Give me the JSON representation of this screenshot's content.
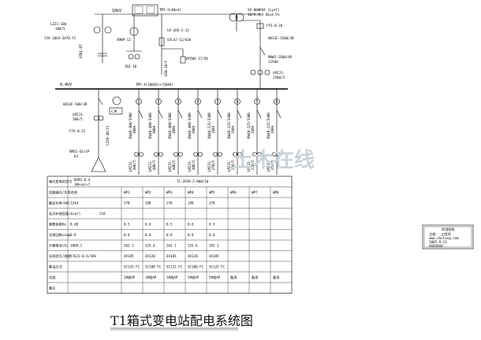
{
  "hv": {
    "line_label": "10kV",
    "arrester": "LZZ1-10Q",
    "arrester_ratio": "100/5",
    "cable": "YJV-10kV-3X70 FC",
    "switch_box_label": "TMY-3(40x4)",
    "vt_label": "XRNP-12",
    "meter_label": "LK-LRS-2-12",
    "fuse_label": "SFLAJ-12/63A",
    "bottom_label": "JDZ-10",
    "cap_label": "GZKL-DT",
    "surge_label": "HY5WS-17/50",
    "ground_label": "GSN-10/T"
  },
  "transformer": {
    "model": "S9-800KVA (Lynf)",
    "ratio": "10/0.4kV Uk=4.5%",
    "fuse": "FYS-0.28",
    "main_breaker": "HD13F-1500/3R",
    "rmw": "RMW2-1600/4P",
    "rmw_rating": "1250A",
    "ct": "LMZJ1-",
    "ct_ratio": "1500/5"
  },
  "lv": {
    "bus_voltage": "0.4kV",
    "bus_label": "TMY-4(100X6)+(50X6)",
    "left_breaker": "HD13F-500/3R",
    "cjk_label": "CJK",
    "ct_left": "LMZJ1-",
    "ct_left_ratio": "500/5",
    "fys_left": "FYS-0.22",
    "contactor": "CJ20-40/31",
    "rmo": "RMO1-63/3P",
    "rmo_rating": "63",
    "cap_label": "BSMJ-0.4",
    "cap_rating": "30kvar×7",
    "feeders": [
      {
        "num": "1",
        "breaker": "DW40-400/3300",
        "rating": "300A",
        "ct": "LMZJ1-",
        "ct_ratio": "400/5"
      },
      {
        "num": "2",
        "breaker": "DW40-400/3300",
        "rating": "300A",
        "ct": "LMZJ1-",
        "ct_ratio": "400/5"
      },
      {
        "num": "3",
        "breaker": "DW40-400/3300",
        "rating": "300A",
        "ct": "LMZJ1-",
        "ct_ratio": "400/5"
      },
      {
        "num": "4",
        "breaker": "DW40-400/3300",
        "rating": "300A",
        "ct": "LMZJ1-",
        "ct_ratio": "400/5"
      },
      {
        "num": "5",
        "breaker": "DW40-225/3300",
        "rating": "160A",
        "ct": "LMZJ1-",
        "ct_ratio": "250/5"
      },
      {
        "num": "6",
        "breaker": "DW40-225/3300",
        "rating": "160A",
        "ct": "LMZJ1-",
        "ct_ratio": "250/5"
      },
      {
        "num": "7",
        "breaker": "DW40-225/3300",
        "rating": "160A",
        "ct": "LMZJ1-",
        "ct_ratio": "250/5"
      },
      {
        "num": "8",
        "breaker": "DW40-225/3300",
        "rating": "160A",
        "ct": "LMZJ1-",
        "ct_ratio": "250/5"
      }
    ]
  },
  "watermark": "土木在线",
  "table": {
    "header_row": [
      "箱式变电站型号",
      "T1:ZGS9-Z-800/10"
    ],
    "wp_labels": [
      "WP1",
      "WP2",
      "WP3",
      "WP4",
      "WP5",
      "WP6",
      "WP7",
      "WP8"
    ],
    "rows": [
      {
        "label": "回路编号/负荷名称",
        "a": "",
        "b": "",
        "cells": [
          "WP1",
          "WP2",
          "WP3",
          "WP4",
          "WP5",
          "WP6",
          "WP7",
          "WP8"
        ]
      },
      {
        "label": "额定功率(kW)",
        "a": "1244",
        "b": "",
        "cells": [
          "278",
          "198",
          "278",
          "198",
          "278",
          "",
          "",
          ""
        ]
      },
      {
        "label": "无功补偿容量(kvar)",
        "a": "",
        "b": "210",
        "cells": [
          "",
          "",
          "",
          "",
          "",
          "",
          "",
          ""
        ]
      },
      {
        "label": "需要系数Kx",
        "a": "0.48",
        "b": "",
        "cells": [
          "0.5",
          "0.6",
          "0.5",
          "0.6",
          "0.5",
          "",
          "",
          ""
        ]
      },
      {
        "label": "功率因数cosφ",
        "a": "0.9",
        "b": "",
        "cells": [
          "0.8",
          "0.8",
          "0.8",
          "0.8",
          "0.8",
          "",
          "",
          ""
        ]
      },
      {
        "label": "计算电流(A)",
        "a": "1008.1",
        "b": "",
        "cells": [
          "262.1",
          "225.6",
          "262.1",
          "225.6",
          "262.1",
          "",
          "",
          ""
        ]
      },
      {
        "label": "导线型号/规格",
        "a": "YJV22-0.6/1KV",
        "b": "",
        "cells": [
          "4X185",
          "4X120",
          "4X185",
          "4X120",
          "4X185",
          "",
          "",
          ""
        ]
      },
      {
        "label": "敷设方式",
        "a": "",
        "b": "",
        "cells": [
          "SC125 FC",
          "SC100 FC",
          "SC125 FC",
          "SC100 FC",
          "SC125 FC",
          "",
          "",
          ""
        ]
      },
      {
        "label": "用途",
        "a": "",
        "b": "",
        "cells": [
          "1#楼AP",
          "1#楼AP",
          "1#楼AP",
          "5#楼AP",
          "5#楼AP",
          "备用",
          "备用",
          "备用"
        ]
      },
      {
        "label": "备注",
        "a": "",
        "b": "",
        "cells": [
          "",
          "",
          "",
          "",
          "",
          "",
          "",
          ""
        ]
      }
    ]
  },
  "title": "T1箱式变电站配电系统图",
  "stamp": {
    "title": "利用图纸",
    "lines": [
      "注册： 工程师",
      "www.zhulong.com",
      "2005.9.21",
      "XXXXXXX"
    ]
  }
}
